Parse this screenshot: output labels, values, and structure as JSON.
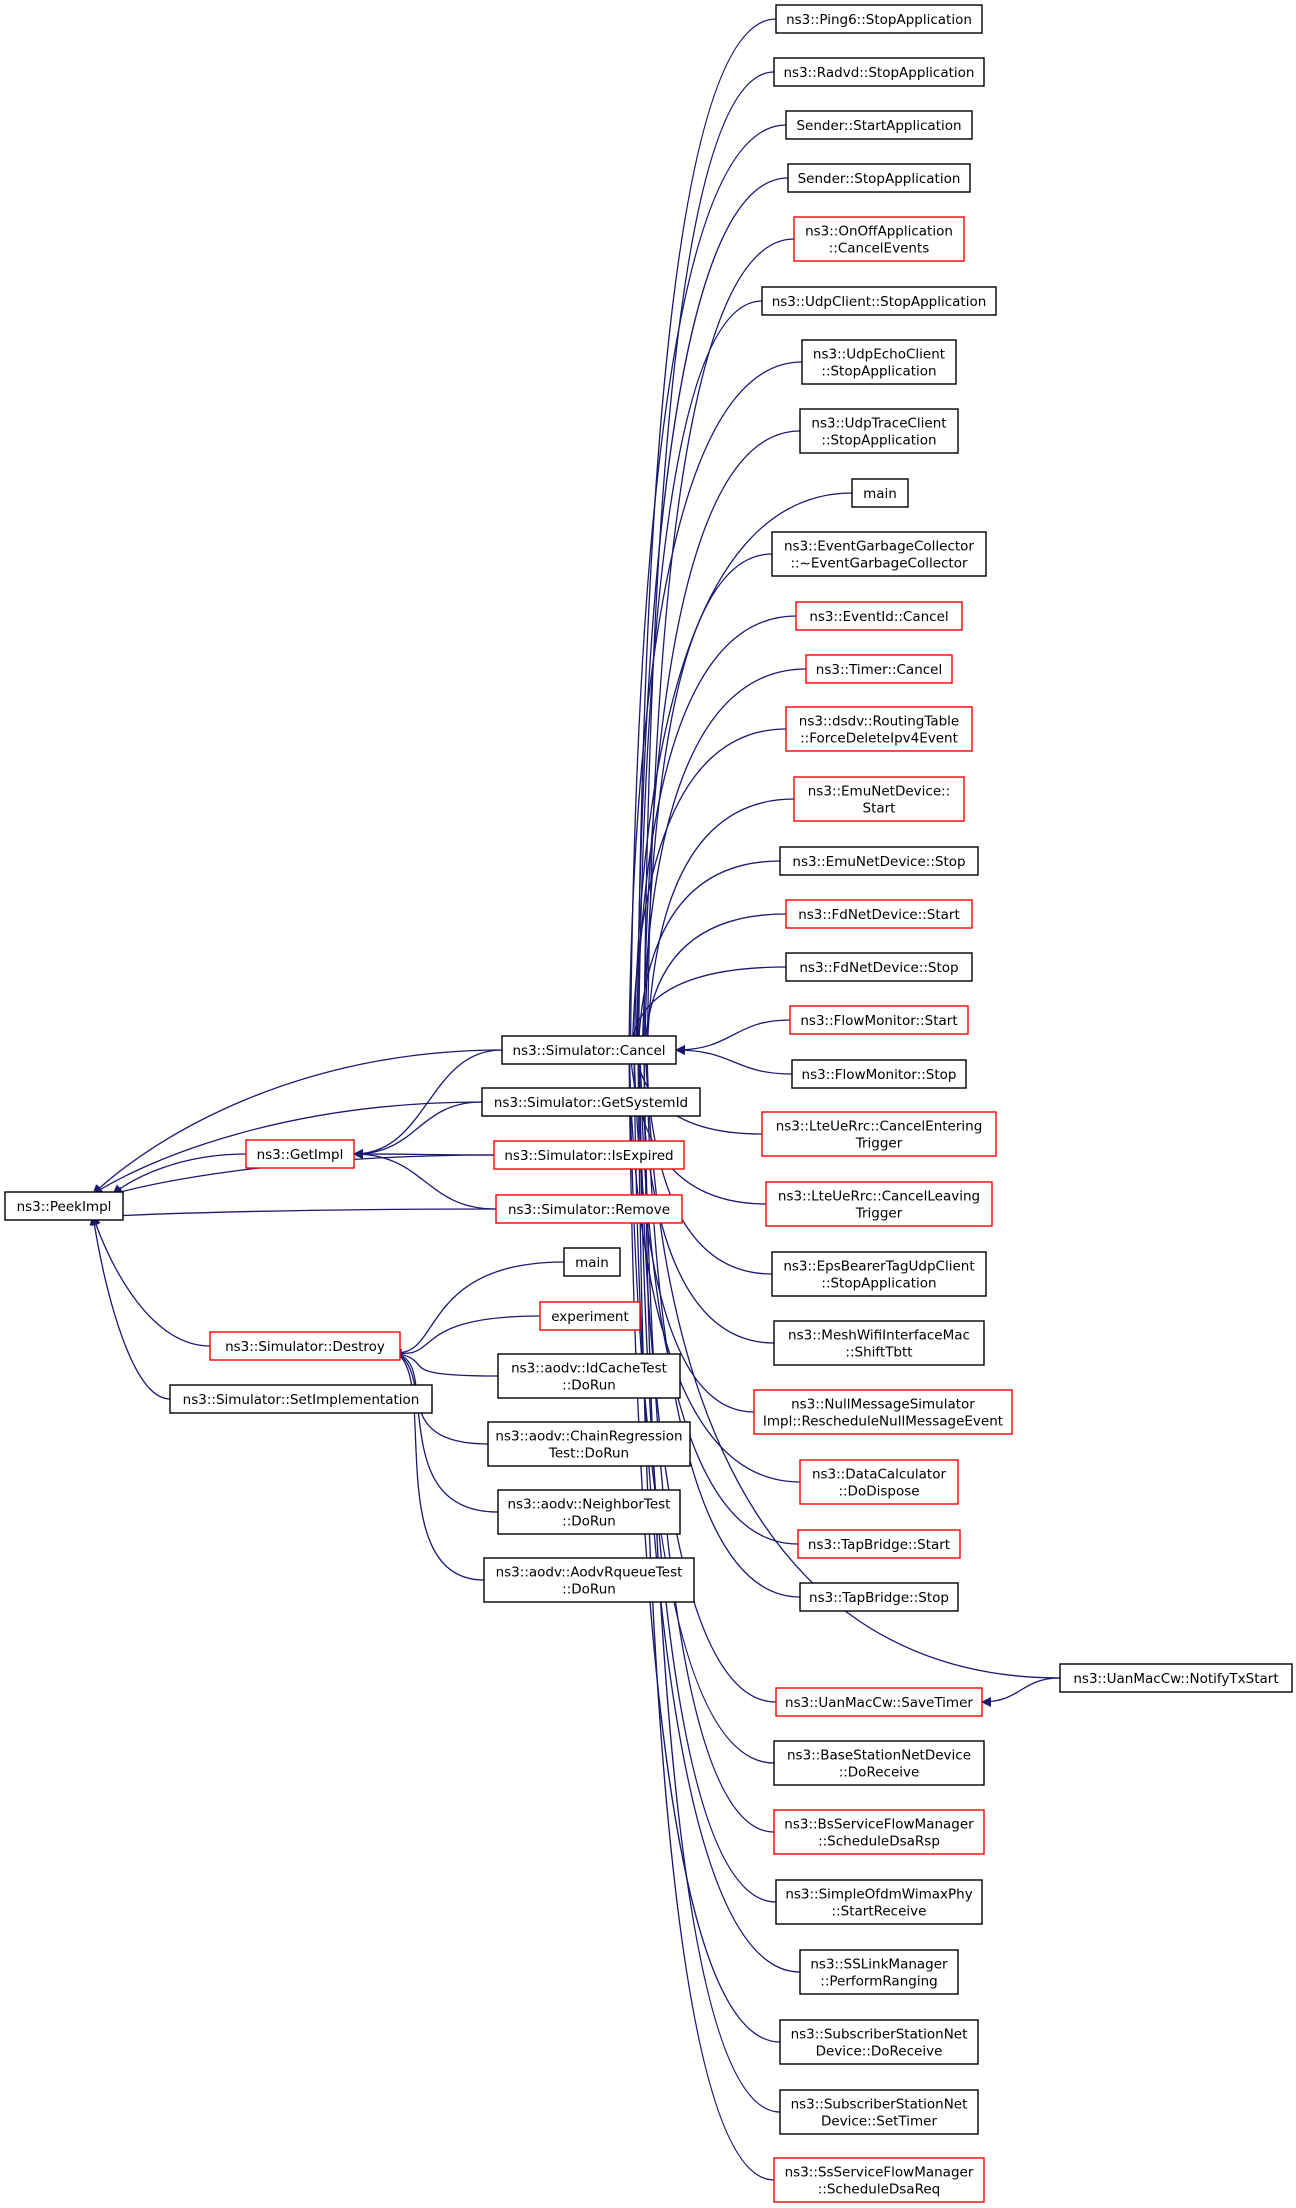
{
  "colors": {
    "edge": "#191970",
    "border_black": "#000000",
    "border_red": "#ff0000",
    "root_fill": "#bfbfbf"
  },
  "nodes": {
    "peekimpl": {
      "lines": [
        "ns3::PeekImpl"
      ],
      "border": "black",
      "root": true
    },
    "getimpl": {
      "lines": [
        "ns3::GetImpl"
      ],
      "border": "red"
    },
    "destroy": {
      "lines": [
        "ns3::Simulator::Destroy"
      ],
      "border": "red"
    },
    "setimpl": {
      "lines": [
        "ns3::Simulator::SetImplementation"
      ],
      "border": "black"
    },
    "cancel": {
      "lines": [
        "ns3::Simulator::Cancel"
      ],
      "border": "black"
    },
    "getsystemid": {
      "lines": [
        "ns3::Simulator::GetSystemId"
      ],
      "border": "black"
    },
    "isexpired": {
      "lines": [
        "ns3::Simulator::IsExpired"
      ],
      "border": "red"
    },
    "remove": {
      "lines": [
        "ns3::Simulator::Remove"
      ],
      "border": "red"
    },
    "main_d": {
      "lines": [
        "main"
      ],
      "border": "black"
    },
    "experiment": {
      "lines": [
        "experiment"
      ],
      "border": "red"
    },
    "idcache": {
      "lines": [
        "ns3::aodv::IdCacheTest",
        "::DoRun"
      ],
      "border": "black"
    },
    "chainreg": {
      "lines": [
        "ns3::aodv::ChainRegression",
        "Test::DoRun"
      ],
      "border": "black"
    },
    "neighbor": {
      "lines": [
        "ns3::aodv::NeighborTest",
        "::DoRun"
      ],
      "border": "black"
    },
    "rqueue": {
      "lines": [
        "ns3::aodv::AodvRqueueTest",
        "::DoRun"
      ],
      "border": "black"
    },
    "ping6": {
      "lines": [
        "ns3::Ping6::StopApplication"
      ],
      "border": "black"
    },
    "radvd": {
      "lines": [
        "ns3::Radvd::StopApplication"
      ],
      "border": "black"
    },
    "senderstart": {
      "lines": [
        "Sender::StartApplication"
      ],
      "border": "black"
    },
    "senderstop": {
      "lines": [
        "Sender::StopApplication"
      ],
      "border": "black"
    },
    "onoff": {
      "lines": [
        "ns3::OnOffApplication",
        "::CancelEvents"
      ],
      "border": "red"
    },
    "udpclient": {
      "lines": [
        "ns3::UdpClient::StopApplication"
      ],
      "border": "black"
    },
    "udpecho": {
      "lines": [
        "ns3::UdpEchoClient",
        "::StopApplication"
      ],
      "border": "black"
    },
    "udptrace": {
      "lines": [
        "ns3::UdpTraceClient",
        "::StopApplication"
      ],
      "border": "black"
    },
    "main_c": {
      "lines": [
        "main"
      ],
      "border": "black"
    },
    "evgc": {
      "lines": [
        "ns3::EventGarbageCollector",
        "::~EventGarbageCollector"
      ],
      "border": "black"
    },
    "eventid": {
      "lines": [
        "ns3::EventId::Cancel"
      ],
      "border": "red"
    },
    "timer": {
      "lines": [
        "ns3::Timer::Cancel"
      ],
      "border": "red"
    },
    "dsdv": {
      "lines": [
        "ns3::dsdv::RoutingTable",
        "::ForceDeleteIpv4Event"
      ],
      "border": "red"
    },
    "emustart": {
      "lines": [
        "ns3::EmuNetDevice::",
        "Start"
      ],
      "border": "red"
    },
    "emustop": {
      "lines": [
        "ns3::EmuNetDevice::Stop"
      ],
      "border": "black"
    },
    "fdstart": {
      "lines": [
        "ns3::FdNetDevice::Start"
      ],
      "border": "red"
    },
    "fdstop": {
      "lines": [
        "ns3::FdNetDevice::Stop"
      ],
      "border": "black"
    },
    "fmstart": {
      "lines": [
        "ns3::FlowMonitor::Start"
      ],
      "border": "red"
    },
    "fmstop": {
      "lines": [
        "ns3::FlowMonitor::Stop"
      ],
      "border": "black"
    },
    "lteenter": {
      "lines": [
        "ns3::LteUeRrc::CancelEntering",
        "Trigger"
      ],
      "border": "red"
    },
    "lteleave": {
      "lines": [
        "ns3::LteUeRrc::CancelLeaving",
        "Trigger"
      ],
      "border": "red"
    },
    "epsbearer": {
      "lines": [
        "ns3::EpsBearerTagUdpClient",
        "::StopApplication"
      ],
      "border": "black"
    },
    "meshwifi": {
      "lines": [
        "ns3::MeshWifiInterfaceMac",
        "::ShiftTbtt"
      ],
      "border": "black"
    },
    "nullmsg": {
      "lines": [
        "ns3::NullMessageSimulator",
        "Impl::RescheduleNullMessageEvent"
      ],
      "border": "red"
    },
    "datacalc": {
      "lines": [
        "ns3::DataCalculator",
        "::DoDispose"
      ],
      "border": "red"
    },
    "tapstart": {
      "lines": [
        "ns3::TapBridge::Start"
      ],
      "border": "red"
    },
    "tapstop": {
      "lines": [
        "ns3::TapBridge::Stop"
      ],
      "border": "black"
    },
    "uansave": {
      "lines": [
        "ns3::UanMacCw::SaveTimer"
      ],
      "border": "red"
    },
    "uannotify": {
      "lines": [
        "ns3::UanMacCw::NotifyTxStart"
      ],
      "border": "black"
    },
    "bsnet": {
      "lines": [
        "ns3::BaseStationNetDevice",
        "::DoReceive"
      ],
      "border": "black"
    },
    "bsflow": {
      "lines": [
        "ns3::BsServiceFlowManager",
        "::ScheduleDsaRsp"
      ],
      "border": "red"
    },
    "ofdm": {
      "lines": [
        "ns3::SimpleOfdmWimaxPhy",
        "::StartReceive"
      ],
      "border": "black"
    },
    "sslink": {
      "lines": [
        "ns3::SSLinkManager",
        "::PerformRanging"
      ],
      "border": "black"
    },
    "ssnetrecv": {
      "lines": [
        "ns3::SubscriberStationNet",
        "Device::DoReceive"
      ],
      "border": "black"
    },
    "ssnettimer": {
      "lines": [
        "ns3::SubscriberStationNet",
        "Device::SetTimer"
      ],
      "border": "black"
    },
    "ssflow": {
      "lines": [
        "ns3::SsServiceFlowManager",
        "::ScheduleDsaReq"
      ],
      "border": "red"
    }
  },
  "edges": [
    [
      "getimpl",
      "peekimpl"
    ],
    [
      "destroy",
      "peekimpl"
    ],
    [
      "setimpl",
      "peekimpl"
    ],
    [
      "cancel",
      "peekimpl"
    ],
    [
      "getsystemid",
      "peekimpl"
    ],
    [
      "isexpired",
      "peekimpl"
    ],
    [
      "remove",
      "peekimpl"
    ],
    [
      "cancel",
      "getimpl"
    ],
    [
      "getsystemid",
      "getimpl"
    ],
    [
      "isexpired",
      "getimpl"
    ],
    [
      "remove",
      "getimpl"
    ],
    [
      "main_d",
      "destroy"
    ],
    [
      "experiment",
      "destroy"
    ],
    [
      "idcache",
      "destroy"
    ],
    [
      "chainreg",
      "destroy"
    ],
    [
      "neighbor",
      "destroy"
    ],
    [
      "rqueue",
      "destroy"
    ],
    [
      "ping6",
      "cancel"
    ],
    [
      "radvd",
      "cancel"
    ],
    [
      "senderstart",
      "cancel"
    ],
    [
      "senderstop",
      "cancel"
    ],
    [
      "onoff",
      "cancel"
    ],
    [
      "udpclient",
      "cancel"
    ],
    [
      "udpecho",
      "cancel"
    ],
    [
      "udptrace",
      "cancel"
    ],
    [
      "main_c",
      "cancel"
    ],
    [
      "evgc",
      "cancel"
    ],
    [
      "eventid",
      "cancel"
    ],
    [
      "timer",
      "cancel"
    ],
    [
      "dsdv",
      "cancel"
    ],
    [
      "emustart",
      "cancel"
    ],
    [
      "emustop",
      "cancel"
    ],
    [
      "fdstart",
      "cancel"
    ],
    [
      "fdstop",
      "cancel"
    ],
    [
      "fmstart",
      "cancel"
    ],
    [
      "fmstop",
      "cancel"
    ],
    [
      "lteenter",
      "cancel"
    ],
    [
      "lteleave",
      "cancel"
    ],
    [
      "epsbearer",
      "cancel"
    ],
    [
      "meshwifi",
      "cancel"
    ],
    [
      "nullmsg",
      "cancel"
    ],
    [
      "datacalc",
      "cancel"
    ],
    [
      "tapstart",
      "cancel"
    ],
    [
      "tapstop",
      "cancel"
    ],
    [
      "uannotify",
      "cancel"
    ],
    [
      "uansave",
      "cancel"
    ],
    [
      "bsnet",
      "cancel"
    ],
    [
      "bsflow",
      "cancel"
    ],
    [
      "ofdm",
      "cancel"
    ],
    [
      "sslink",
      "cancel"
    ],
    [
      "ssnetrecv",
      "cancel"
    ],
    [
      "ssnettimer",
      "cancel"
    ],
    [
      "ssflow",
      "cancel"
    ],
    [
      "uannotify",
      "uansave"
    ]
  ]
}
